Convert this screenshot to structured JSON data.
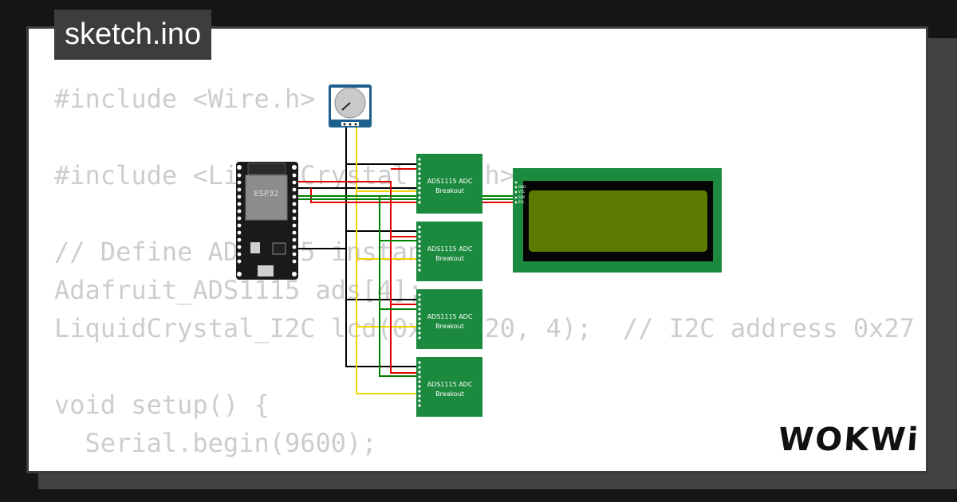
{
  "tab": {
    "filename": "sketch.ino"
  },
  "code": {
    "lines": [
      "#include <Wire.h>",
      "",
      "#include <LiquidCrystal_I2C.h>",
      "",
      "// Define ADS1115 instances",
      "Adafruit_ADS1115 ads[4];",
      "LiquidCrystal_I2C lcd(0x27, 20, 4);  // I2C address 0x27",
      "",
      "void setup() {",
      "  Serial.begin(9600);"
    ]
  },
  "components": {
    "esp32": {
      "label": "ESP32"
    },
    "adc_modules": [
      {
        "label_line1": "ADS1115 ADC",
        "label_line2": "Breakout"
      },
      {
        "label_line1": "ADS1115 ADC",
        "label_line2": "Breakout"
      },
      {
        "label_line1": "ADS1115 ADC",
        "label_line2": "Breakout"
      },
      {
        "label_line1": "ADS1115 ADC",
        "label_line2": "Breakout"
      }
    ],
    "lcd": {
      "pins": [
        "GND",
        "VCC",
        "SDA",
        "SCL"
      ]
    }
  },
  "brand": {
    "logo_text": "WOKWi"
  },
  "colors": {
    "page_bg": "#151515",
    "card_bg": "#ffffff",
    "code_text": "#cdcdcd",
    "tab_bg": "#3d3d3d",
    "board_green": "#1b8a3e",
    "lcd_green": "#5a7a00",
    "pot_blue": "#1d5f8f",
    "wire_black": "#000000",
    "wire_red": "#e00000",
    "wire_green": "#008000",
    "wire_yellow": "#f2d400"
  }
}
